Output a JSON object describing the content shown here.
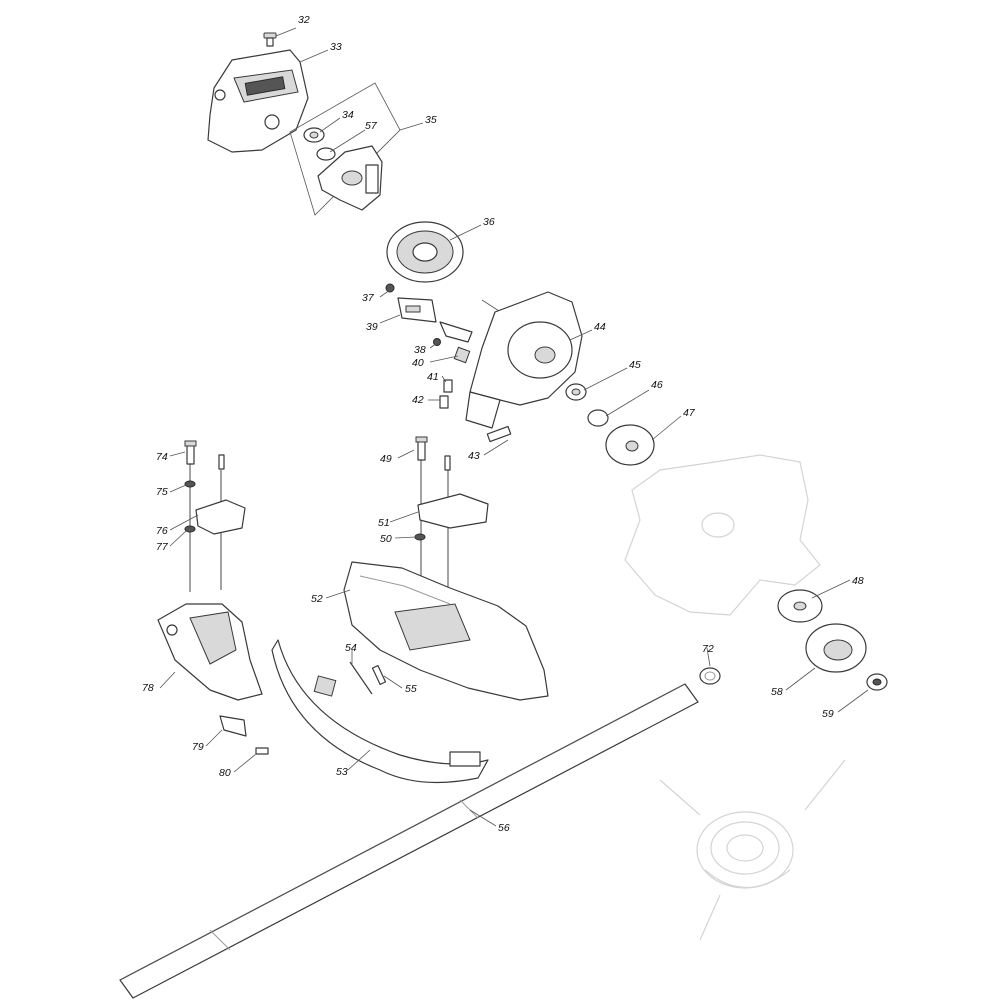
{
  "diagram": {
    "callouts": [
      {
        "id": "32",
        "label": "32"
      },
      {
        "id": "33",
        "label": "33"
      },
      {
        "id": "34",
        "label": "34"
      },
      {
        "id": "57",
        "label": "57"
      },
      {
        "id": "35",
        "label": "35"
      },
      {
        "id": "36",
        "label": "36"
      },
      {
        "id": "37",
        "label": "37"
      },
      {
        "id": "39",
        "label": "39"
      },
      {
        "id": "38",
        "label": "38"
      },
      {
        "id": "40",
        "label": "40"
      },
      {
        "id": "41",
        "label": "41"
      },
      {
        "id": "42",
        "label": "42"
      },
      {
        "id": "44",
        "label": "44"
      },
      {
        "id": "45",
        "label": "45"
      },
      {
        "id": "46",
        "label": "46"
      },
      {
        "id": "47",
        "label": "47"
      },
      {
        "id": "43",
        "label": "43"
      },
      {
        "id": "49",
        "label": "49"
      },
      {
        "id": "74",
        "label": "74"
      },
      {
        "id": "75",
        "label": "75"
      },
      {
        "id": "76",
        "label": "76"
      },
      {
        "id": "77",
        "label": "77"
      },
      {
        "id": "51",
        "label": "51"
      },
      {
        "id": "50",
        "label": "50"
      },
      {
        "id": "52",
        "label": "52"
      },
      {
        "id": "54",
        "label": "54"
      },
      {
        "id": "55",
        "label": "55"
      },
      {
        "id": "78",
        "label": "78"
      },
      {
        "id": "79",
        "label": "79"
      },
      {
        "id": "80",
        "label": "80"
      },
      {
        "id": "53",
        "label": "53"
      },
      {
        "id": "56",
        "label": "56"
      },
      {
        "id": "72",
        "label": "72"
      },
      {
        "id": "48",
        "label": "48"
      },
      {
        "id": "58",
        "label": "58"
      },
      {
        "id": "59",
        "label": "59"
      }
    ]
  }
}
